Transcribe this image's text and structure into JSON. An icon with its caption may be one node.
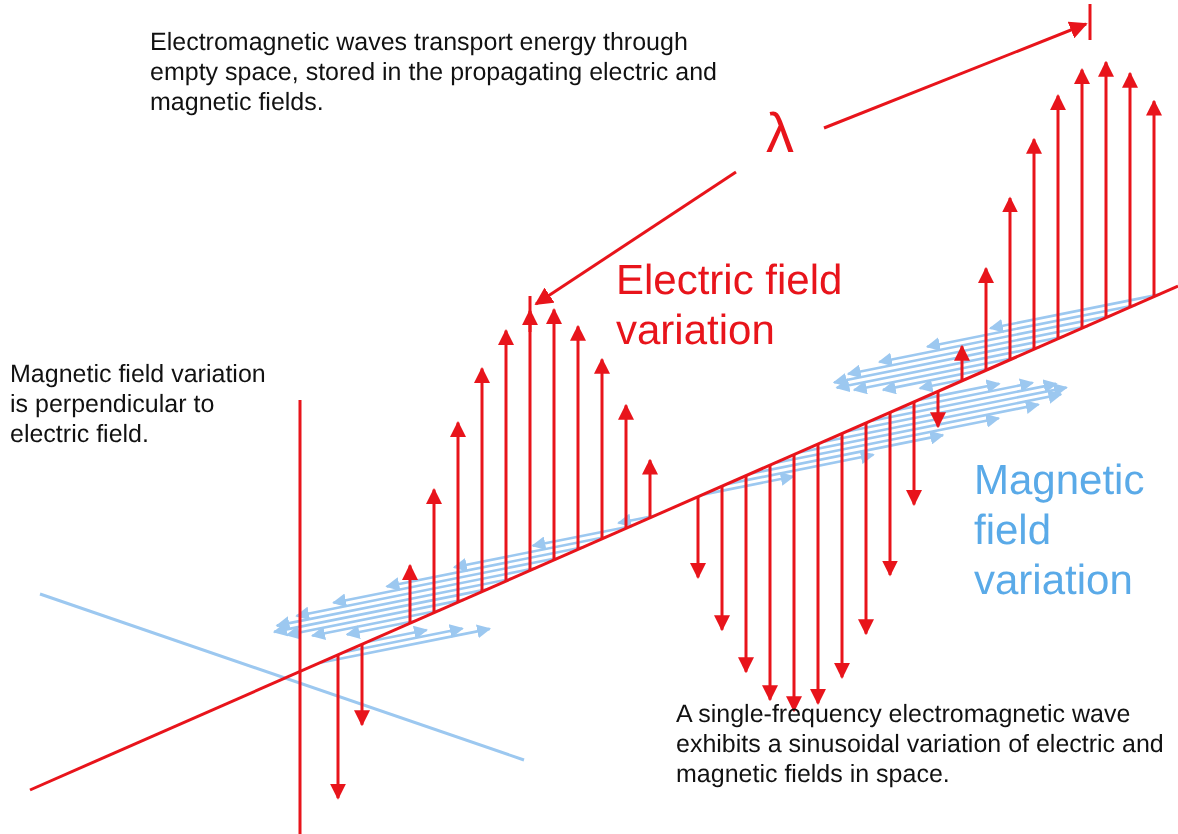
{
  "diagram": {
    "labels": [
      "Electromagnetic waves transport energy through empty space, stored in the propagating electric and magnetic fields.",
      "λ",
      "Electric field variation",
      "Magnetic field variation is perpendicular to electric field.",
      "Magnetic field variation",
      "A single-frequency electromagnetic wave exhibits a sinusoidal variation of electric and magnetic fields in space."
    ]
  }
}
